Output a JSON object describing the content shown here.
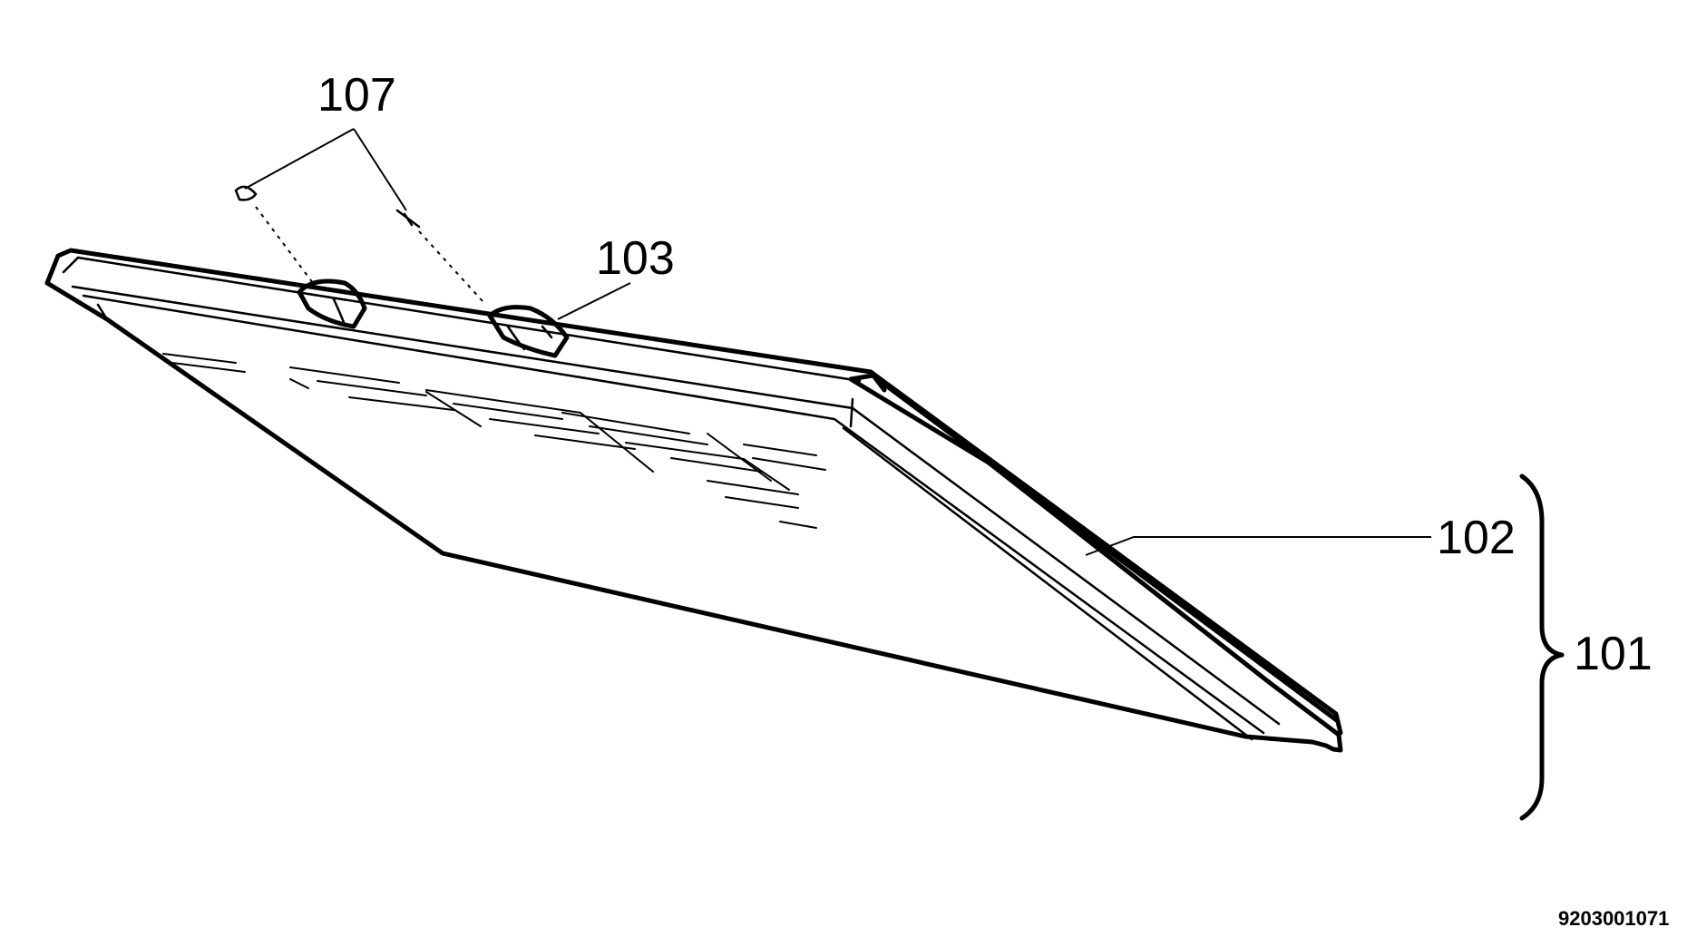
{
  "labels": {
    "ref_107": "107",
    "ref_103": "103",
    "ref_102": "102",
    "ref_101": "101"
  },
  "document_id": "9203001071",
  "colors": {
    "ink": "#000000",
    "paper": "#ffffff"
  }
}
